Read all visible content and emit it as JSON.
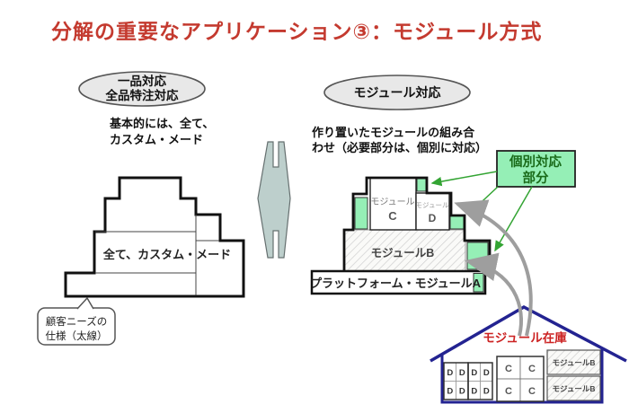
{
  "title": "分解の重要なアプリケーション③：モジュール方式",
  "left": {
    "bubble_line1": "一品対応",
    "bubble_line2": "全品特注対応",
    "desc_line1": "基本的には、全て、",
    "desc_line2": "カスタム・メード",
    "pyramid_label": "全て、カスタム・メード",
    "callout_line1": "顧客ニーズの",
    "callout_line2": "仕様（太線）"
  },
  "right": {
    "bubble": "モジュール対応",
    "desc_line1": "作り置いたモジュールの組み合",
    "desc_line2": "わせ（必要部分は、個別に対応）",
    "custom_line1": "個別対応",
    "custom_line2": "部分",
    "module_c_caption": "モジュール",
    "module_c_letter": "C",
    "module_d_caption": "モジュール",
    "module_d_letter": "D",
    "module_b_label": "モジュールB",
    "platform_label": "プラットフォーム・モジュールA"
  },
  "inventory": {
    "title": "モジュール在庫",
    "d_cells": [
      "D",
      "D",
      "D",
      "D",
      "D",
      "D",
      "D",
      "D"
    ],
    "c_cells": [
      "C",
      "C",
      "C",
      "C"
    ],
    "b_stock": [
      "モジュールB",
      "モジュールB"
    ]
  },
  "shapes": {
    "center_shape": "vertical-double-arrow",
    "house": "house-outline",
    "stock_arrows": "curved-gray-arrows-from-inventory",
    "leader_arrows": "green-leader-arrows-to-custom-parts"
  },
  "colors": {
    "title_red": "#C43A2F",
    "inventory_red": "#CC2222",
    "mint_green": "#95EFB6",
    "leader_green": "#33A433",
    "house_navy": "#232391",
    "arrow_gray": "#9E9E9E",
    "bubble_gray": "#E8E8E8",
    "diamond_fill": "#BDCFCC",
    "custom_text_green": "#1A6B1A"
  }
}
